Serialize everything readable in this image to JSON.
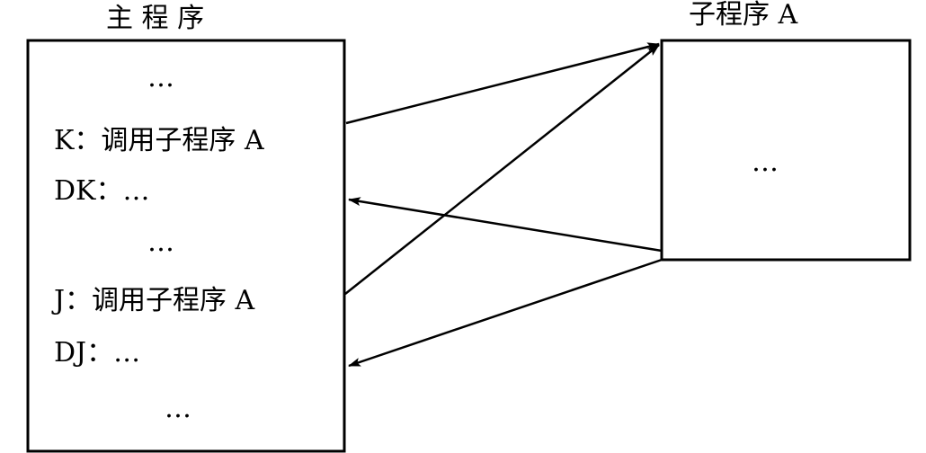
{
  "main_program": {
    "title": "主 程 序",
    "lines": [
      "…",
      "K：调用子程序 A",
      "DK：…",
      "…",
      "J：调用子程序 A",
      "DJ：…",
      "…"
    ]
  },
  "subroutine": {
    "title": "子程序 A",
    "body": "…"
  }
}
